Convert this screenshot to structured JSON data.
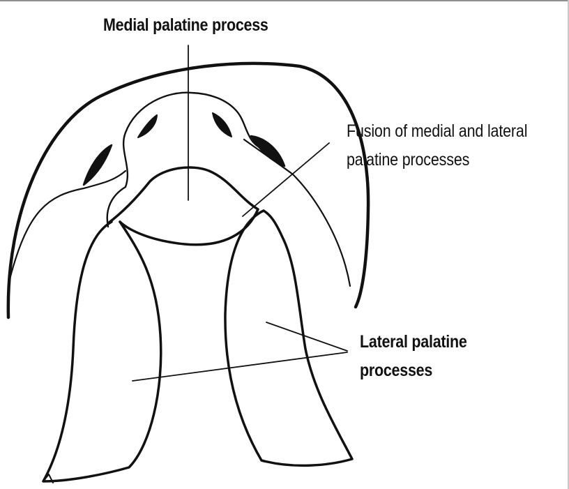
{
  "labels": {
    "medial": "Medial palatine process",
    "fusion_line1": "Fusion of medial and lateral",
    "fusion_line2": "palatine processes",
    "lateral_line1": "Lateral palatine",
    "lateral_line2": "processes"
  },
  "colors": {
    "ink": "#111111",
    "background": "#ffffff"
  }
}
